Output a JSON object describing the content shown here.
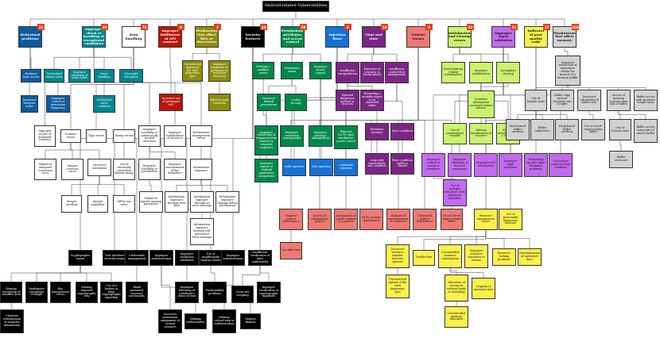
{
  "title": "Android-related Vulnerabilities",
  "colors": {
    "blue": "#0d5c9e",
    "teal": "#00878f",
    "red": "#b8160c",
    "olive": "#8e8d0a",
    "black": "#000000",
    "green": "#00894a",
    "sky": "#1572d6",
    "purple": "#7b2685",
    "pink": "#f07a73",
    "lime": "#cbf26e",
    "violet": "#c36bf0",
    "yellow": "#faf04b",
    "gray": "#d2d2d2",
    "white": "#ffffff",
    "badge": "#e8401c"
  },
  "categories": [
    {
      "label": "Behavioral problems",
      "count": "24"
    },
    {
      "label": "Improper check or handling of exceptional conditions",
      "count": "30"
    },
    {
      "label": "Data handling",
      "count": "74"
    },
    {
      "label": "Improper fulfillment of API contract",
      "count": "6"
    },
    {
      "label": "Weaknesses that affect files or directories",
      "count": "3"
    },
    {
      "label": "Security features",
      "count": "44"
    },
    {
      "label": "Permissions, privileges, and access control",
      "count": "58"
    },
    {
      "label": "Injection flaws",
      "count": "6"
    },
    {
      "label": "Time and state",
      "count": "14"
    },
    {
      "label": "Pointer issues",
      "count": "8"
    },
    {
      "label": "Initialization and cleanup errors",
      "count": "33"
    },
    {
      "label": "Improper input validation",
      "count": "51"
    },
    {
      "label": "Indicator of poor quality code",
      "count": "27"
    },
    {
      "label": "Weaknesses that affect memory",
      "count": "103"
    }
  ],
  "nodes": {
    "blue1": "Business logic errors",
    "blue2": "Incorrect behavior order",
    "blue3": "Improper control of interaction frequency",
    "teal1": "Unchecked return value",
    "teal2": "Improper validation of array index",
    "teal3": "Error handling",
    "teal4": "Uncaught Exception",
    "teal5": "Unchecked error condition",
    "red1": "Incorrect use of privileged API",
    "olive1": "Unrestricted upload of file with dangerous type",
    "olive2": "Improper limitation of pathname to restricted directory",
    "olive3": "Relative path traversal",
    "w1": "Improper access of indexable resource",
    "w2": "Numeric errors",
    "w3": "Type errors",
    "w4": "String errors",
    "w5": "Improper handling of syntactically invalid structure",
    "w6": "Improper initialization of resource",
    "w7": "Information management errors",
    "w8": "Signed to unsigned conversion error",
    "w9": "Integer coercion error",
    "w10": "Incorrect calculation",
    "w11": "Use of externally controlled format string",
    "w12": "Improper handling of parameters",
    "w13": "Improper neutralization of line delimiters",
    "w14": "Information exposure",
    "w15": "Integer overflow",
    "w16": "Integer underflow",
    "w17": "Off-by-one error",
    "w18": "Failure to handle missing parameter",
    "w19": "Information exposure through sent data",
    "w20": "Information exposure through an error message",
    "w21": "Information exposure through debug information",
    "w22": "Information exposure through self-generated error message",
    "b1": "Cryptographic issues",
    "b2": "User interface security issues",
    "b3": "Credentials management",
    "b4": "Improper authentication",
    "b5": "Improper certificate validation",
    "b6": "Use of insufficiently random values",
    "b7": "Improper authentication",
    "b8": "Insufficient verification of data authenticity",
    "b9": "Missing encryption of sensitive data",
    "b10": "Inadequate encryption strength",
    "b11": "Key management errors",
    "b12": "Missing required cryptographic step",
    "b13": "Use of a broken or risky cryptographic algorithm",
    "b14": "Weak password recovery mechanism",
    "b15": "Improper following of certificate's chain of trust",
    "b16": "Predictability problems",
    "b17": "Cross-site scripting",
    "b18": "Improper verification of cryptographic signature",
    "b19": "Cleartext transmission of sensitive information",
    "b20": "Incorrect permission assignment to critical resource",
    "b21": "Missing authorization",
    "b22": "Missing critical step in authentication",
    "b23": "Session fixation",
    "g1": "Privilege / sandbox issues",
    "g2": "Permission issues",
    "g3": "Improper access control",
    "g4": "Incorrect default permissions",
    "g5": "Cookie forcing",
    "g6": "Improper restriction of communication channel to intended endpoints",
    "g7": "Improper ownership management",
    "g8": "Improper privilege management",
    "g9": "Exposed IOCTL with insufficient access control",
    "g10": "Improper export of Android application components",
    "s1": "Code injection",
    "s2": "SQL injection",
    "s3": "Command injection",
    "p1": "Insufficient encapsulation",
    "p2": "Exposure of resource to wrong sphere",
    "p3": "Insufficient control flow management",
    "p4": "Exposed dangerous method or function",
    "p5": "Returning a mutable object to an untrusted caller",
    "p6": "Excessive iteration",
    "p7": "Race condition",
    "p8": "Loop with unreachable exit condition",
    "p9": "Race condition within a thread",
    "k1": "Expired pointer dereference",
    "k2": "Access of uninitialized pointer",
    "k3": "Assignment of a fixed address to a pointer",
    "k4": "NULL pointer dereference",
    "k5": "Release of invalid pointer or reference",
    "k6": "Untrusted pointer dereference",
    "k7": "Use of out-of-range pointer offset",
    "k8": "Use after free",
    "l1": "Non-reentrant / Failed initialization",
    "l2": "Improper initialization",
    "l3": "Incomplete cleanup",
    "l4": "Sensitive information uncleared before release",
    "l5": "Use of uninitialized variable",
    "l6": "Missing initialization of resource",
    "l7": "Missing initialization of a variable",
    "v1": "Improper control of resource identifiers",
    "v2": "Improper validation of function arguments",
    "v3": "Improper null termination",
    "v4": "Improper input validation",
    "v5": "Technology specific input validation problems",
    "v6": "Unchecked input for loop condition",
    "v7": "Use of multiple resources with duplicate identifier",
    "y1": "Resource management errors",
    "y2": "Use of potentially dangerous function",
    "y3": "Incorrect resource transfer between spheres",
    "y4": "Double free",
    "y5": "Uncontrolled resource consumption",
    "y6": "Improper resource shutdown or release",
    "y7": "Resource locking problems",
    "y8": "Deserialization of untrusted data",
    "y9": "Unrestricted upload of file with dangerous type",
    "y10": "Allocation of resources without limits or throttling",
    "y11": "Logging of excessive data",
    "y12": "Uncontrolled memory allocation",
    "m1": "Improper restriction of operations within the bounds of a memory buffer",
    "m2": "Out-of-bounds write",
    "m3": "Buffer copy without checking size of input",
    "m4": "Incorrect calculation of buffer size",
    "m5": "Access of memory location after end of buffer",
    "m6": "Buffer access with incorrect length value",
    "m7": "Stack-based buffer overflow",
    "m8": "Buffer underwrite",
    "m9": "Heap-based buffer overflow",
    "m10": "Use of out-of-range pointer offset",
    "m11": "Out-of-bounds read",
    "m12": "Buffer access using size of source buffer",
    "m13": "Buffer overread"
  }
}
